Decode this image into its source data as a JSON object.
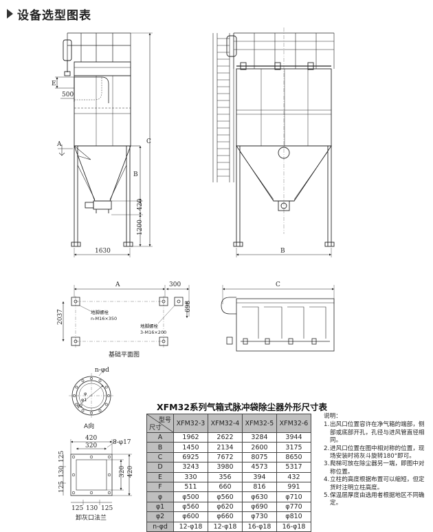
{
  "page_title": "设备选型图表",
  "drawing": {
    "front_labels": {
      "e": "E",
      "w500": "500",
      "c": "C",
      "a_arrow": "A",
      "b": "B",
      "h420": "420",
      "h1200": "1200",
      "w1630": "1630"
    },
    "side_labels": {
      "b": "B"
    },
    "foundation": {
      "a": "A",
      "w300": "300",
      "h698": "698",
      "h2037": "2037",
      "bolt1_line1": "地脚螺栓",
      "bolt1_line2": "n-M16×350",
      "bolt2_line1": "地脚螺栓",
      "bolt2_line2": "3-M16×200",
      "caption": "基础平面图"
    },
    "top_view": {
      "c": "C"
    },
    "a_view": {
      "nd": "n-φd",
      "phi": "φ",
      "phi1": "φ1",
      "phi2": "φ2",
      "caption": "A向"
    },
    "ash_outlet": {
      "w420": "420",
      "w320": "320",
      "holes": "8-φ17",
      "h320": "320",
      "h420": "420",
      "l125a": "125",
      "l130": "130",
      "l125b": "125",
      "b125a": "125",
      "b130": "130",
      "b125b": "125",
      "caption": "卸灰口法兰"
    }
  },
  "table": {
    "title": "XFM32系列气箱式脉冲袋除尘器外形尺寸表",
    "corner_top": "型号",
    "corner_bottom": "尺寸",
    "columns": [
      "XFM32-3",
      "XFM32-4",
      "XFM32-5",
      "XFM32-6"
    ],
    "rows": [
      {
        "label": "A",
        "values": [
          "1962",
          "2622",
          "3284",
          "3944"
        ]
      },
      {
        "label": "B",
        "values": [
          "1450",
          "2134",
          "2600",
          "3175"
        ]
      },
      {
        "label": "C",
        "values": [
          "6925",
          "7672",
          "8075",
          "8650"
        ]
      },
      {
        "label": "D",
        "values": [
          "3243",
          "3980",
          "4573",
          "5317"
        ]
      },
      {
        "label": "E",
        "values": [
          "330",
          "356",
          "394",
          "432"
        ]
      },
      {
        "label": "F",
        "values": [
          "511",
          "660",
          "816",
          "991"
        ]
      },
      {
        "label": "φ",
        "values": [
          "φ500",
          "φ560",
          "φ630",
          "φ710"
        ]
      },
      {
        "label": "φ1",
        "values": [
          "φ560",
          "φ620",
          "φ690",
          "φ770"
        ]
      },
      {
        "label": "φ2",
        "values": [
          "φ600",
          "φ660",
          "φ730",
          "φ810"
        ]
      },
      {
        "label": "n-φd",
        "values": [
          "12-φ18",
          "12-φ18",
          "16-φ18",
          "16-φ18"
        ]
      }
    ]
  },
  "notes": {
    "title": "说明：",
    "items": [
      {
        "num": "1.",
        "text": "出风口位置容许在净气箱的端部，侧部或底部开孔，孔径与进风管直径相同。"
      },
      {
        "num": "2.",
        "text": "进风口位置在图中相对称的位置，现场安装时将灰斗旋转180°即可。"
      },
      {
        "num": "3.",
        "text": "爬梯可放在除尘器另一端，即图中对称位置。"
      },
      {
        "num": "4.",
        "text": "立柱的高度根据布置可以缩短，但定货时注明立柱高度。"
      },
      {
        "num": "5.",
        "text": "保温层厚度由选用者根据地区不同确定。"
      }
    ]
  }
}
